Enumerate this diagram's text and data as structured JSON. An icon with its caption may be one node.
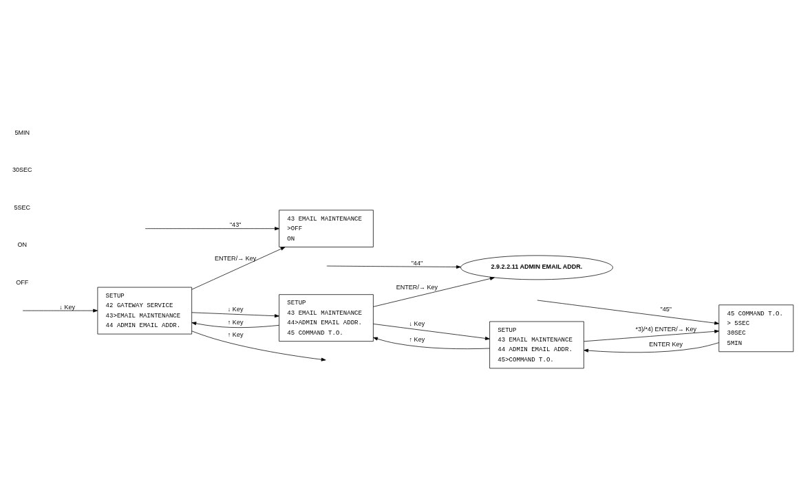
{
  "diagram": {
    "nodes": [
      {
        "text": [
          "SETUP",
          "42 GATEWAY SERVICE",
          "43>EMAIL MAINTENANCE",
          "44 ADMIN EMAIL ADDR."
        ]
      },
      {
        "text": [
          "43 EMAIL MAINTENANCE",
          ">OFF",
          "ON"
        ]
      },
      {
        "text": [
          "SETUP",
          "43 EMAIL MAINTENANCE",
          "44>ADMIN EMAIL ADDR.",
          "45 COMMAND T.O."
        ]
      },
      {
        "text": [
          "2.9.2.2.11 ADMIN EMAIL ADDR."
        ]
      },
      {
        "text": [
          "SETUP",
          "43 EMAIL MAINTENANCE",
          "44 ADMIN EMAIL ADDR.",
          "45>COMMAND T.O."
        ]
      },
      {
        "text": [
          "45 COMMAND T.O.",
          "> 5SEC",
          "30SEC",
          "5MIN"
        ]
      }
    ],
    "edges": [
      {
        "from": 0,
        "to": null,
        "arrow": "to",
        "label": "↑ Key"
      },
      {
        "from": null,
        "to": 0,
        "arrow": "to",
        "label": "↓ Key"
      },
      {
        "from": 0,
        "to": 1,
        "arrow": "to",
        "label": "ENTER/→ Key"
      },
      {
        "from": null,
        "to": 1,
        "arrow": "to",
        "label": "\"43\""
      },
      {
        "from": 0,
        "to": 2,
        "arrow": "to",
        "label": "↓ Key"
      },
      {
        "from": 2,
        "to": 0,
        "arrow": "to",
        "label": "↑ Key"
      },
      {
        "from": 2,
        "to": 3,
        "arrow": "to",
        "label": "ENTER/→ Key"
      },
      {
        "from": null,
        "to": 3,
        "arrow": "to",
        "label": "\"44\""
      },
      {
        "from": 2,
        "to": 4,
        "arrow": "to",
        "label": "↓ Key"
      },
      {
        "from": 4,
        "to": 2,
        "arrow": "to",
        "label": "↑ Key"
      },
      {
        "from": 4,
        "to": 5,
        "arrow": "to",
        "label": "*3)/*4) ENTER/→ Key"
      },
      {
        "from": 5,
        "to": 4,
        "arrow": "to",
        "label": "ENTER Key"
      },
      {
        "from": null,
        "to": 5,
        "arrow": "to",
        "label": "\"45\""
      }
    ],
    "labels": [
      "OFF",
      "ON",
      "5SEC",
      "30SEC",
      "5MIN"
    ]
  }
}
